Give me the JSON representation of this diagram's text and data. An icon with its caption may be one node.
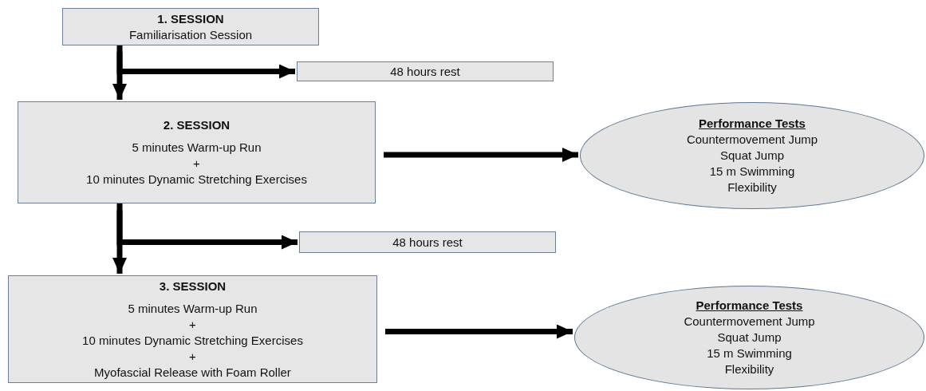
{
  "diagram": {
    "nodes": [
      {
        "text": [
          "1. SESSION",
          "Familiarisation Session"
        ]
      },
      {
        "text": [
          "48 hours rest"
        ]
      },
      {
        "text": [
          "2. SESSION",
          "5 minutes Warm-up Run",
          "+",
          "10 minutes Dynamic Stretching Exercises"
        ]
      },
      {
        "text": [
          "Performance Tests",
          "Countermovement Jump",
          "Squat Jump",
          "15 m Swimming",
          "Flexibility"
        ]
      },
      {
        "text": [
          "48 hours rest"
        ]
      },
      {
        "text": [
          "3. SESSION",
          "5 minutes Warm-up Run",
          "+",
          "10 minutes Dynamic Stretching Exercises",
          "+",
          "Myofascial Release with Foam Roller"
        ]
      },
      {
        "text": [
          "Performance Tests",
          "Countermovement Jump",
          "Squat Jump",
          "15 m Swimming",
          "Flexibility"
        ]
      }
    ],
    "edges": [
      {
        "from": 0,
        "to": 2,
        "arrow": "to"
      },
      {
        "from": 0,
        "to": 1,
        "arrow": "to"
      },
      {
        "from": 2,
        "to": 3,
        "arrow": "to"
      },
      {
        "from": 2,
        "to": 5,
        "arrow": "to"
      },
      {
        "from": 2,
        "to": 4,
        "arrow": "to"
      },
      {
        "from": 5,
        "to": 6,
        "arrow": "to"
      }
    ]
  }
}
